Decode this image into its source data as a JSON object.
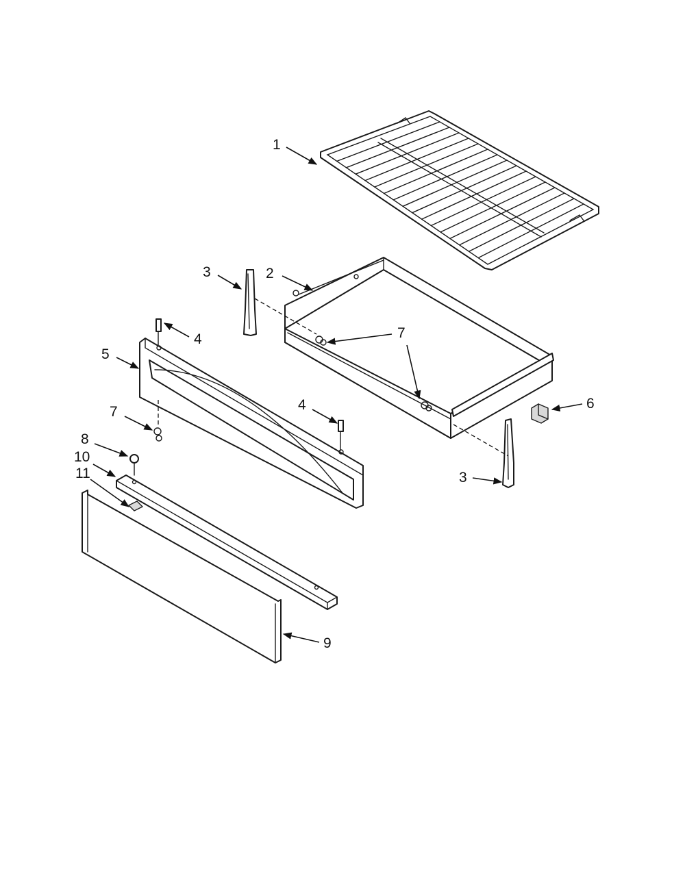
{
  "callouts": {
    "c1": "1",
    "c2": "2",
    "c3a": "3",
    "c3b": "3",
    "c4a": "4",
    "c4b": "4",
    "c5": "5",
    "c6": "6",
    "c7a": "7",
    "c7b": "7",
    "c8": "8",
    "c9": "9",
    "c10": "10",
    "c11": "11"
  },
  "colors": {
    "line": "#1a1a1a",
    "background": "#ffffff"
  }
}
